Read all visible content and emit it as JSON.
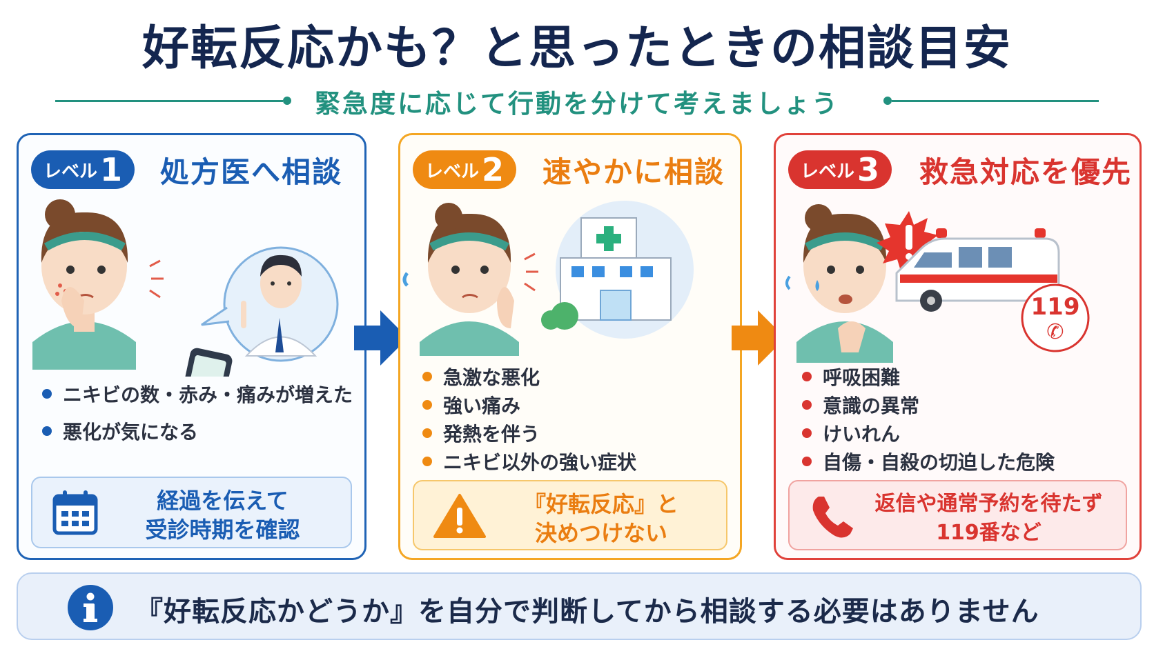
{
  "title": "好転反応かも？と思ったときの相談目安",
  "subtitle": "緊急度に応じて行動を分けて考えましょう",
  "level_label": "レベル",
  "levels": [
    {
      "number": "1",
      "heading": "処方医へ相談",
      "items": [
        "ニキビの数・赤み・痛みが増えた",
        "悪化が気になる"
      ],
      "note": [
        "経過を伝えて",
        "受診時期を確認"
      ],
      "color": "#1a5db3"
    },
    {
      "number": "2",
      "heading": "速やかに相談",
      "items": [
        "急激な悪化",
        "強い痛み",
        "発熱を伴う",
        "ニキビ以外の強い症状"
      ],
      "note": [
        "『好転反応』と",
        "決めつけない"
      ],
      "color": "#ef8a12"
    },
    {
      "number": "3",
      "heading": "救急対応を優先",
      "items": [
        "呼吸困難",
        "意識の異常",
        "けいれん",
        "自傷・自殺の切迫した危険"
      ],
      "note": [
        "返信や通常予約を待たず",
        "119番など"
      ],
      "emergency_number": "119",
      "color": "#d9342f"
    }
  ],
  "footer": "『好転反応かどうか』を自分で判断してから相談する必要はありません",
  "icons": [
    "calendar-icon",
    "warning-icon",
    "phone-icon",
    "info-icon",
    "arrow-right-icon",
    "hospital-icon",
    "ambulance-icon"
  ]
}
